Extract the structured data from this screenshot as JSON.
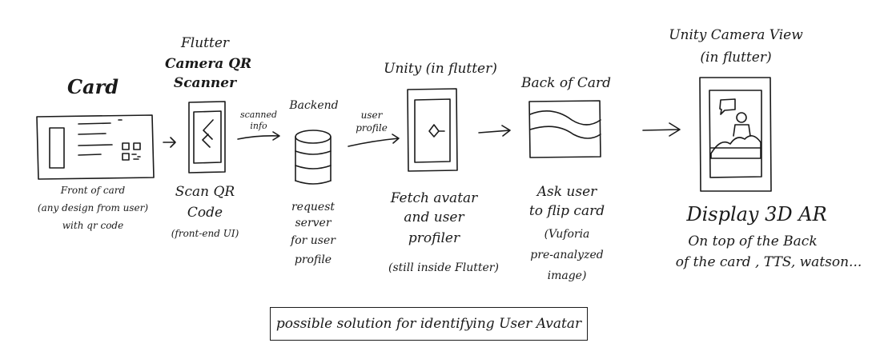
{
  "nodes": {
    "card": {
      "title": "Card",
      "caption": [
        "Front of card",
        "(any design from user)",
        "with qr code"
      ]
    },
    "scanner": {
      "title": [
        "Flutter",
        "Camera QR",
        "Scanner"
      ],
      "caption": [
        "Scan QR",
        "Code",
        "(front-end UI)"
      ]
    },
    "backend": {
      "title": "Backend",
      "caption": [
        "request",
        "server",
        "for user",
        "profile"
      ]
    },
    "unity": {
      "title": "Unity (in flutter)",
      "caption": [
        "Fetch avatar",
        "and user",
        "profiler",
        "(still inside Flutter)"
      ]
    },
    "back_of_card": {
      "title": "Back of Card",
      "caption": [
        "Ask user",
        "to flip card",
        "(Vuforia",
        "pre-analyzed",
        "image)"
      ]
    },
    "camera_view": {
      "title": [
        "Unity Camera View",
        "(in flutter)"
      ],
      "caption": [
        "Display 3D AR",
        "On top of the Back",
        "of the card , TTS, watson..."
      ]
    }
  },
  "edges": {
    "scanned_info": [
      "scanned",
      "info"
    ],
    "user_profile": [
      "user",
      "profile"
    ]
  },
  "footer": {
    "caption": "possible solution for identifying User Avatar"
  }
}
